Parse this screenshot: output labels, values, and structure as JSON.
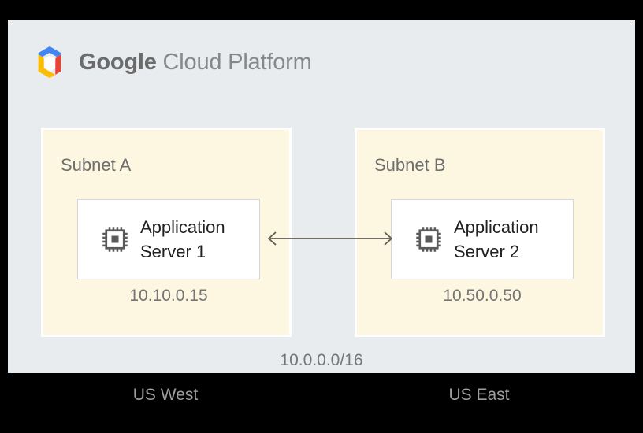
{
  "brand": {
    "logo_icon": "google-cloud-hexagon-logo",
    "word_primary": "Google",
    "word_secondary": "Cloud Platform",
    "colors": {
      "blue": "#4285f4",
      "yellow": "#fbbc05",
      "red": "#ea4335",
      "text": "#757575"
    }
  },
  "canvas": {
    "background": "#000000",
    "panel_background": "#e8ecef"
  },
  "vpc": {
    "cidr": "10.0.0.0/16",
    "subnet_fill": "#fdf6e1"
  },
  "subnets": [
    {
      "title": "Subnet A",
      "server": {
        "icon": "processor-chip-icon",
        "name": "Application\nServer 1"
      },
      "ip": "10.10.0.15",
      "region": "US West"
    },
    {
      "title": "Subnet B",
      "server": {
        "icon": "processor-chip-icon",
        "name": "Application\nServer 2"
      },
      "ip": "10.50.0.50",
      "region": "US East"
    }
  ],
  "connection": {
    "icon": "double-headed-arrow-icon",
    "stroke": "#5f5a52"
  }
}
